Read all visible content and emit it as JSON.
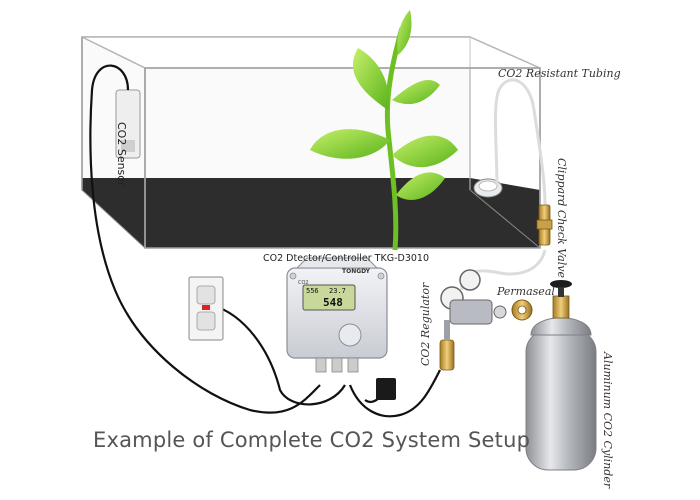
{
  "labels": {
    "co2_sensor": "CO2 Sensor",
    "co2_resistant_tubing": "CO2 Resistant Tubing",
    "clippard_check_valve": "Clippard Check Valve",
    "controller_title": "CO2 Dtector/Controller TKG-D3010",
    "co2_regulator": "CO2 Regulator",
    "permaseal": "Permaseal",
    "aluminum_cylinder": "Aluminum CO2 Cylinder"
  },
  "controller": {
    "brand": "TONGDY",
    "display_small_1": "556",
    "display_small_2": "23.7",
    "display_big": "548",
    "model_badge": "CO2"
  },
  "caption": "Example of Complete CO2 System Setup",
  "colors": {
    "tank_edge": "#a8a8a8",
    "tank_floor": "#2d2d2d",
    "leaf": "#7fcf2a",
    "cable": "#111111",
    "tubing": "#dcdcdc",
    "brass": "#c8a04a",
    "cylinder": "#b9bcc0"
  }
}
